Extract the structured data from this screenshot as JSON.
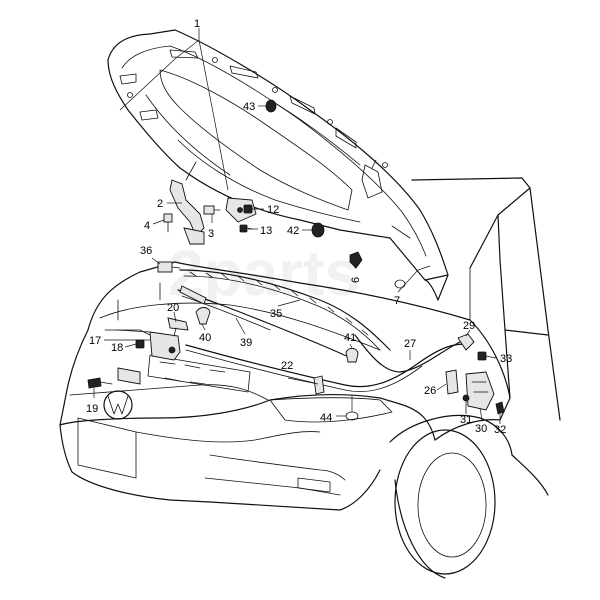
{
  "watermark": "2parts",
  "callouts": {
    "c1": "1",
    "c2": "2",
    "c3": "3",
    "c4": "4",
    "c6": "6",
    "c7": "7",
    "c12": "12",
    "c13": "13",
    "c17": "17",
    "c18": "18",
    "c19": "19",
    "c20": "20",
    "c22": "22",
    "c26": "26",
    "c27": "27",
    "c29": "29",
    "c30": "30",
    "c31": "31",
    "c32": "32",
    "c33": "33",
    "c35": "35",
    "c36": "36",
    "c39": "39",
    "c40": "40",
    "c41": "41",
    "c42": "42",
    "c43": "43",
    "c44": "44"
  }
}
